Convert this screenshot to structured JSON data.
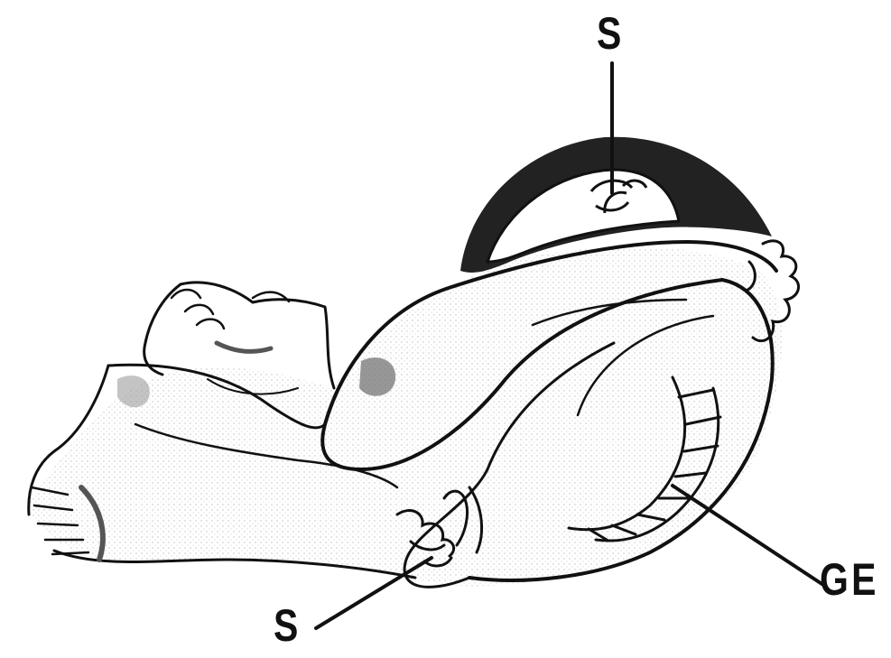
{
  "labels": {
    "top_s": "S",
    "bottom_s": "S",
    "ge": "GE"
  },
  "colors": {
    "ink": "#111111",
    "shade": "#6b6b6b",
    "paper": "#ffffff"
  }
}
